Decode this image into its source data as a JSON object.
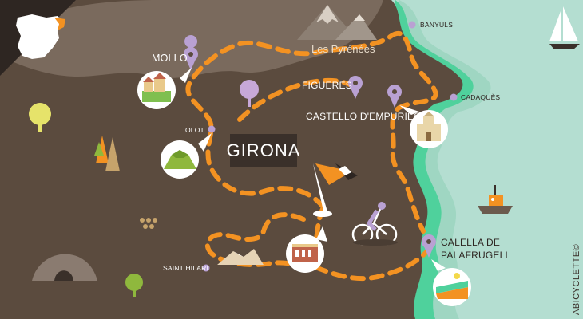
{
  "map": {
    "colors": {
      "land": "#5b4b3e",
      "land_light": "#7a6a5d",
      "sea_outer": "#b4ded1",
      "sea_mid": "#9fd6c2",
      "sea_coast": "#4fd19c",
      "route": "#f39222",
      "pin": "#b9a1d3",
      "girona_box": "#3a302a"
    },
    "labels": {
      "mollo": "MOLLO",
      "olot": "OLOT",
      "girona": "GIRONA",
      "figueres": "FIGUERES",
      "castello": "CASTELLO D'EMPURIES",
      "cadaques": "CADAQUÈS",
      "banyuls": "BANYULS",
      "calella_line1": "CALELLA DE",
      "calella_line2": "PALAFRUGELL",
      "saint_hilari": "SAINT HILARI",
      "pyrenees": "Les Pyrénées"
    },
    "credit": "ABICYCLETTE©"
  }
}
